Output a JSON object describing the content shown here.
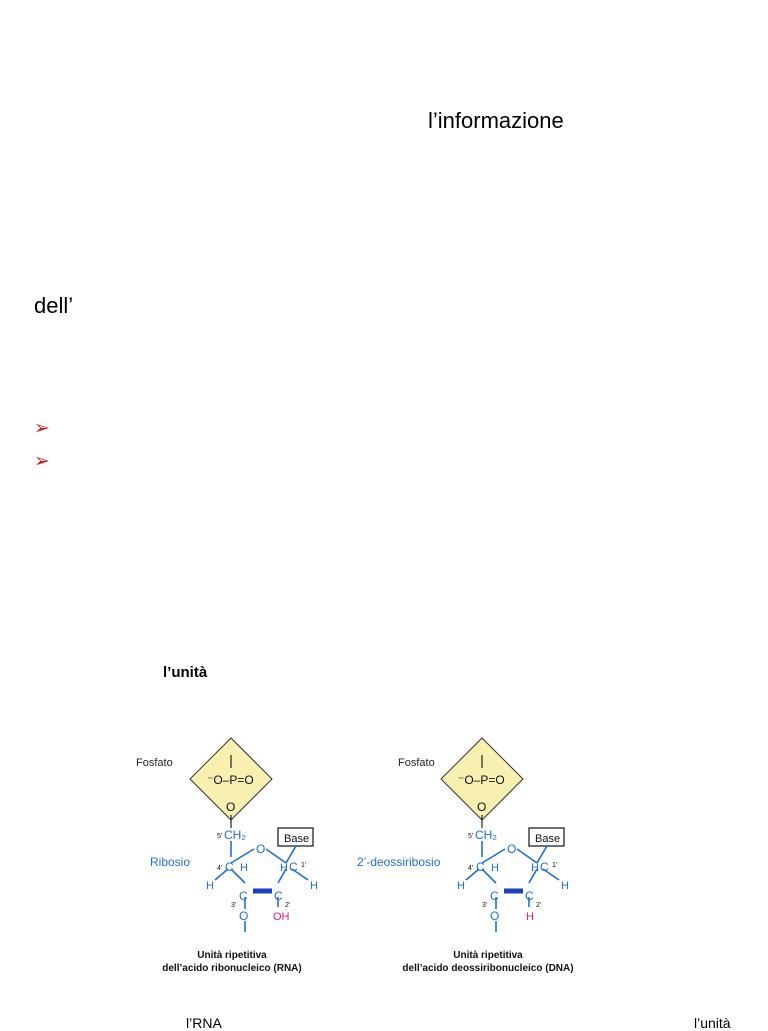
{
  "text_fragments": {
    "informazione": "l’informazione",
    "dell": "dell’",
    "unita_heading": "l’unità",
    "rna_bottom": "l’RNA",
    "unita_bottom": "l’unità"
  },
  "bullets": [
    "➢",
    "➢"
  ],
  "figure": {
    "rna": {
      "phosphate_label": "Fosfato",
      "phosphate_formula_left": "⁻O–P=O",
      "oxygen_top": "O",
      "oxygen_bottom": "O",
      "ch2": "CH₂",
      "base": "Base",
      "sugar_label": "Ribosio",
      "c5": "5'",
      "c4": "4'",
      "c3": "3'",
      "c2": "2'",
      "c1": "1'",
      "ring_o": "O",
      "c": "C",
      "h": "H",
      "oh": "OH",
      "o3": "O",
      "caption_line1": "Unità ripetitiva",
      "caption_line2": "dell’acido ribonucleico (RNA)"
    },
    "dna": {
      "phosphate_label": "Fosfato",
      "ch2": "CH₂",
      "base": "Base",
      "sugar_label": "2’-deossiribosio",
      "c2_sub": "H",
      "caption_line1": "Unità ripetitiva",
      "caption_line2": "dell’acido deossiribonucleico (DNA)"
    },
    "colors": {
      "phosphate_fill": "#f7f0b0",
      "sugar_blue": "#1f6fd1",
      "hydroxyl_magenta": "#e0187a",
      "bond_dark": "#1a3fbf"
    }
  }
}
